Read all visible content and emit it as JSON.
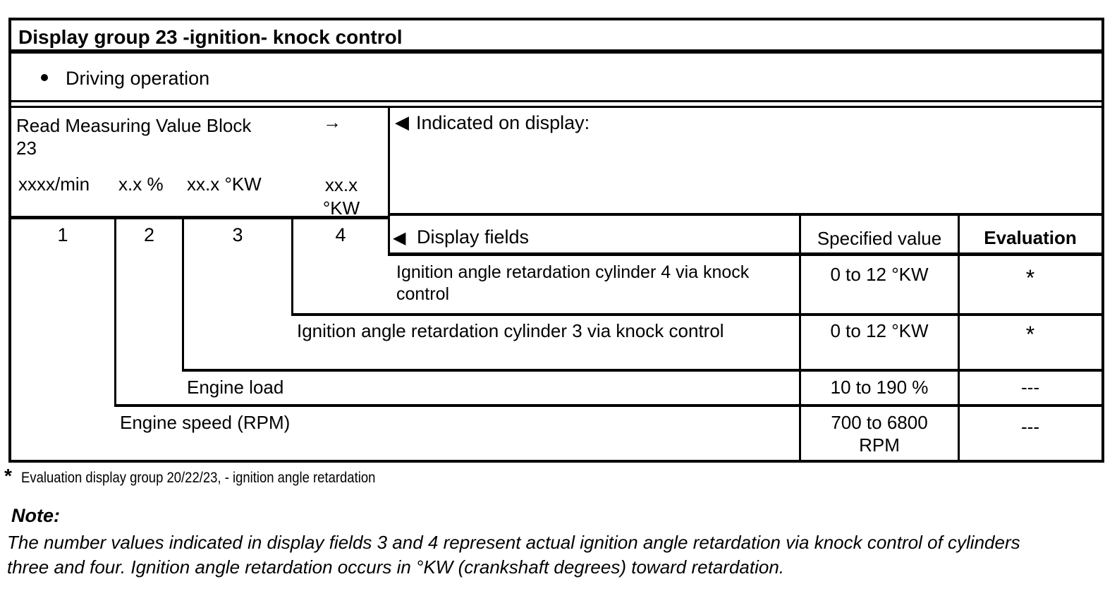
{
  "colors": {
    "paper": "#ffffff",
    "ink": "#000000"
  },
  "doc": {
    "title": "Display group 23 -ignition- knock control",
    "operation": "Driving operation",
    "read_block": {
      "command": "Read Measuring Value Block\n23",
      "arrow": "→",
      "formats": [
        "xxxx/min",
        "x.x %",
        "xx.x °KW",
        "xx.x\n°KW"
      ]
    },
    "indicated": {
      "marker": "◀",
      "label": "Indicated on display:"
    },
    "display_field_numbers": [
      "1",
      "2",
      "3",
      "4"
    ],
    "columns": {
      "marker": "◀",
      "display_fields": "Display fields",
      "specified_value": "Specified value",
      "evaluation": "Evaluation"
    },
    "rows": [
      {
        "field": "Ignition angle retardation cylinder 4 via knock\ncontrol",
        "value": "0 to 12 °KW",
        "evaluation": "*"
      },
      {
        "field": "Ignition angle retardation cylinder 3 via knock control",
        "value": "0 to 12 °KW",
        "evaluation": "*"
      },
      {
        "field": "Engine load",
        "value": "10 to 190 %",
        "evaluation": "---"
      },
      {
        "field": "Engine speed (RPM)",
        "value": "700 to 6800\nRPM",
        "evaluation": "---"
      }
    ],
    "footnote": {
      "marker": "*",
      "text": "Evaluation display group 20/22/23, - ignition angle retardation"
    },
    "note": {
      "label": "Note:",
      "body": "The number values indicated in display fields 3 and 4 represent actual ignition angle retardation via knock control of cylinders\nthree and four. Ignition angle retardation occurs in °KW (crankshaft degrees) toward retardation."
    }
  }
}
